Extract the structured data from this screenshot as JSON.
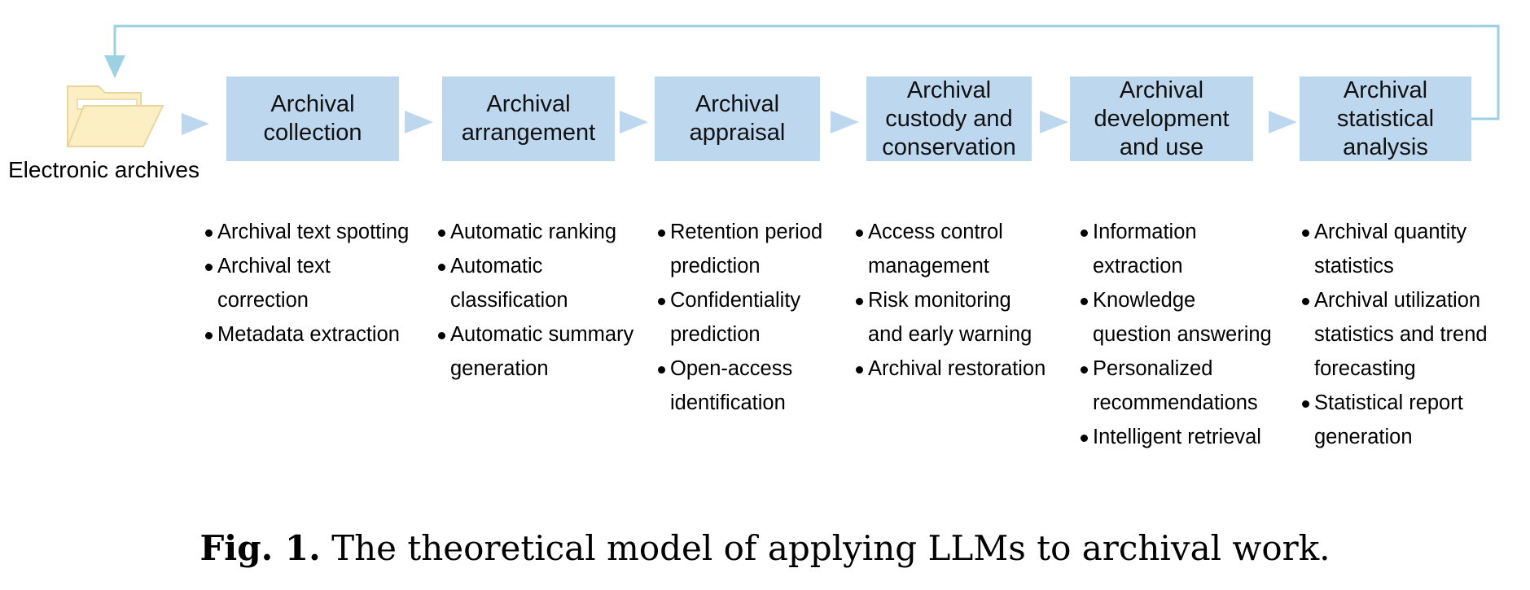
{
  "source": {
    "label": "Electronic archives",
    "icon": "folder-icon",
    "icon_fill": "#fdefc4",
    "icon_stroke": "#e7d6a0"
  },
  "colors": {
    "box_fill": "#bdd7ee",
    "arrow_fill": "#bdd7ee",
    "loop_line": "#9ed0e4"
  },
  "stages": [
    {
      "label": "Archival\ncollection",
      "bullets": [
        "Archival text spotting",
        "Archival text\ncorrection",
        "Metadata extraction"
      ]
    },
    {
      "label": "Archival\narrangement",
      "bullets": [
        "Automatic ranking",
        "Automatic\nclassification",
        "Automatic summary\ngeneration"
      ]
    },
    {
      "label": "Archival\nappraisal",
      "bullets": [
        "Retention period\nprediction",
        "Confidentiality\nprediction",
        "Open-access\nidentification"
      ]
    },
    {
      "label": "Archival\ncustody and\nconservation",
      "bullets": [
        "Access control\nmanagement",
        "Risk monitoring\nand early warning",
        "Archival restoration"
      ]
    },
    {
      "label": "Archival\ndevelopment\nand use",
      "bullets": [
        "Information\nextraction",
        "Knowledge\nquestion answering",
        "Personalized\nrecommendations",
        "Intelligent retrieval"
      ]
    },
    {
      "label": "Archival\nstatistical\nanalysis",
      "bullets": [
        "Archival quantity\nstatistics",
        "Archival utilization\nstatistics and trend\nforecasting",
        "Statistical report\ngeneration"
      ]
    }
  ],
  "caption": {
    "label": "Fig. 1.",
    "text": "The theoretical model of applying LLMs to archival work."
  }
}
